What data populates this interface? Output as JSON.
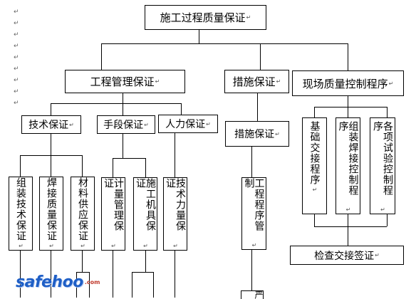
{
  "diagram": {
    "paragraph_mark": "↵",
    "root": {
      "label": "施工过程质量保证"
    },
    "level1": [
      {
        "label": "工程管理保证"
      },
      {
        "label": "措施保证"
      },
      {
        "label": "现场质量控制程序"
      }
    ],
    "mgmt_children": [
      {
        "label": "技术保证"
      },
      {
        "label": "手段保证"
      },
      {
        "label": "人力保证"
      }
    ],
    "measure_child": {
      "label": "措施保证"
    },
    "tech_items": [
      {
        "label": "组装技术保证"
      },
      {
        "label": "焊接质量保证"
      },
      {
        "label": "材料供应保证"
      }
    ],
    "means_items": [
      {
        "label": "计量管理保证"
      },
      {
        "label": "施工机具保证"
      }
    ],
    "manpower_items": [
      {
        "label": "技术力量保证"
      }
    ],
    "measure_items": [
      {
        "label": "工程程序管制"
      }
    ],
    "site_items": [
      {
        "label": "基础交接程序"
      },
      {
        "label": "组装焊接控制程序"
      },
      {
        "label": "各项试验控制程序"
      }
    ],
    "check_box": {
      "label": "检查交接签证"
    },
    "partial_label": "严"
  },
  "watermark": {
    "text": "safehoo",
    "suffix": ".com"
  }
}
